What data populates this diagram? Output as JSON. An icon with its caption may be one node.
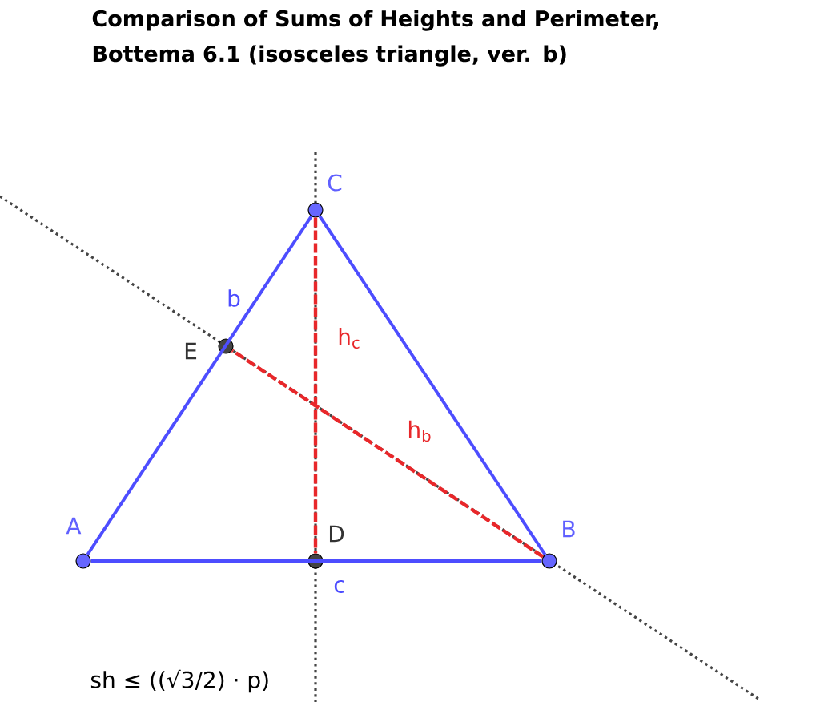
{
  "diagram": {
    "title": "Comparison of Sums of Heights and Perimeter, Bottema 6.1 (isosceles triangle, ver. b)",
    "nodes": [
      {
        "text": [
          "C"
        ]
      },
      {
        "text": [
          "E"
        ]
      },
      {
        "text": [
          "A"
        ]
      },
      {
        "text": [
          "D"
        ]
      },
      {
        "text": [
          "B"
        ]
      }
    ],
    "edges": [
      {
        "from": 2,
        "to": 4,
        "arrow": "none",
        "label": "c"
      },
      {
        "from": 4,
        "to": 0,
        "arrow": "none"
      },
      {
        "from": 0,
        "to": 2,
        "arrow": "none",
        "label": "b"
      },
      {
        "from": 0,
        "to": 3,
        "arrow": "none",
        "label": "h$_{c}$",
        "style": "dashed",
        "color": "#e8272a"
      },
      {
        "from": 4,
        "to": 1,
        "arrow": "none",
        "label": "h$_{b}$",
        "style": "dashed",
        "color": "#e8272a"
      }
    ],
    "labels": [
      "sh ≤ ((√3/2) · p)"
    ]
  }
}
